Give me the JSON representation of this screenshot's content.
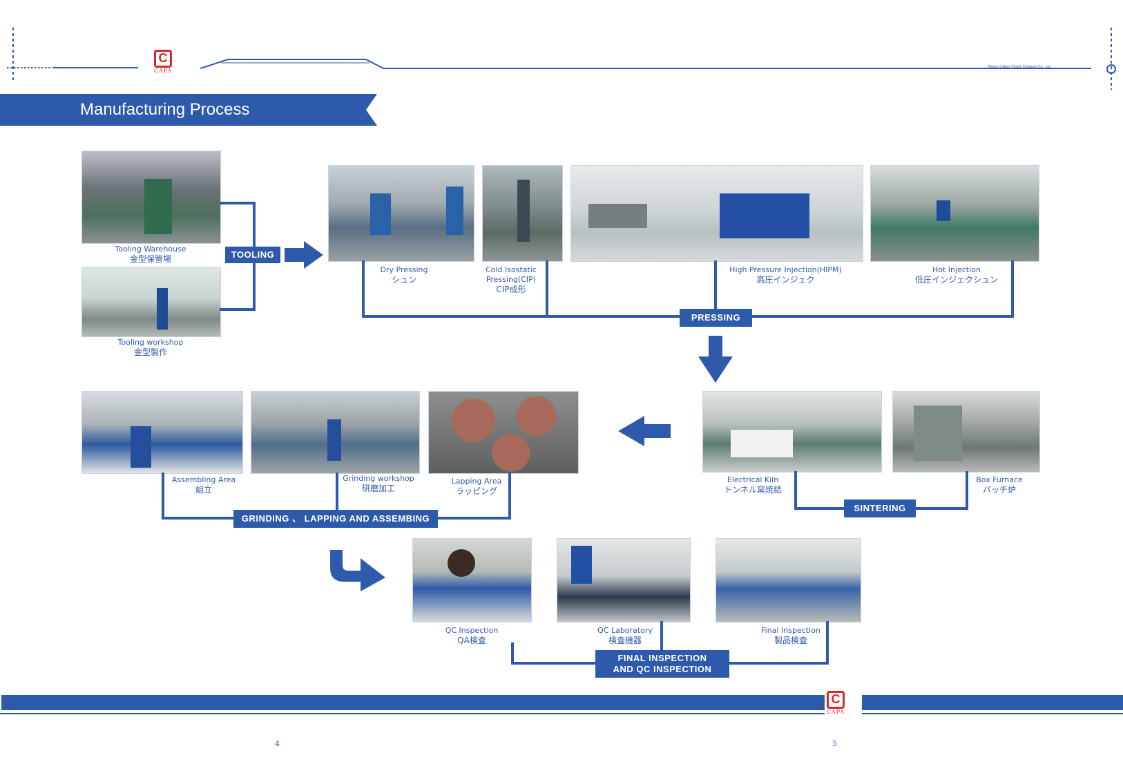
{
  "header": {
    "title": "Manufacturing Process",
    "company": "Ningbo Cathay Pacific Ceramics Co., Ltd.",
    "logo_text": "CAPA",
    "logo_letter": "C"
  },
  "tooling": {
    "stage_label": "TOOLING",
    "items": [
      {
        "en": "Tooling Warehouse",
        "jp": "金型保管場"
      },
      {
        "en": "Tooling workshop",
        "jp": "金型製作"
      }
    ]
  },
  "pressing": {
    "stage_label": "PRESSING",
    "items": [
      {
        "en": "Dry Pressing",
        "jp": "シュン"
      },
      {
        "en": "Cold Isostatic",
        "en2": "Pressing(CIP)",
        "jp": "CIP成形"
      },
      {
        "en": "High Pressure Injection(HIPM)",
        "jp": "高圧インジェク"
      },
      {
        "en": "Hot Injection",
        "jp": "低圧インジェクシュン"
      }
    ]
  },
  "sintering": {
    "stage_label": "SINTERING",
    "items": [
      {
        "en": "Electrical Kiln",
        "jp": "トンネル窯焼結"
      },
      {
        "en": "Box Furnace",
        "jp": "バッチ炉"
      }
    ]
  },
  "grinding": {
    "stage_label": "GRINDING 、 LAPPING AND ASSEMBING",
    "items": [
      {
        "en": "Assembling Area",
        "jp": "組立"
      },
      {
        "en": "Grinding workshop",
        "jp": "研磨加工"
      },
      {
        "en": "Lapping Area",
        "jp": "ラッピング"
      }
    ]
  },
  "inspection": {
    "stage_label_1": "FINAL INSPECTION",
    "stage_label_2": "AND QC INSPECTION",
    "items": [
      {
        "en": "QC Inspection",
        "jp": "QA検査"
      },
      {
        "en": "QC Laboratory",
        "jp": "検査機器"
      },
      {
        "en": "Final Inspection",
        "jp": "製品検査"
      }
    ]
  },
  "footer": {
    "page_left": "4",
    "page_right": "5",
    "logo_text": "CAPA",
    "logo_letter": "C"
  }
}
